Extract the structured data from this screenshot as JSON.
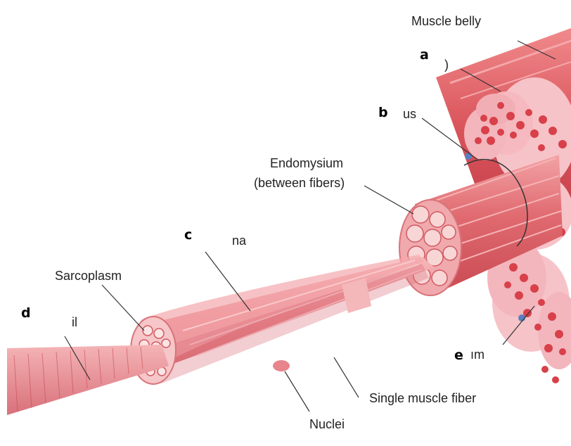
{
  "labels": {
    "muscle_belly": "Muscle belly",
    "endomysium_1": "Endomysium",
    "endomysium_2": "(between fibers)",
    "sarcoplasm": "Sarcoplasm",
    "single_fiber": "Single muscle fiber",
    "nuclei": "Nuclei"
  },
  "fragments": {
    "a": ")",
    "b": "us",
    "c": "na",
    "d": "il",
    "e": "ım"
  },
  "letters": {
    "a": "a",
    "b": "b",
    "c": "c",
    "d": "d",
    "e": "e"
  },
  "colors": {
    "muscle_dark": "#c2404a",
    "muscle_mid": "#e2747a",
    "muscle_light": "#f6c3c3",
    "sheath_pink": "#f3b6bd",
    "fascicle_red": "#d8404a",
    "leader_line": "#333333"
  }
}
